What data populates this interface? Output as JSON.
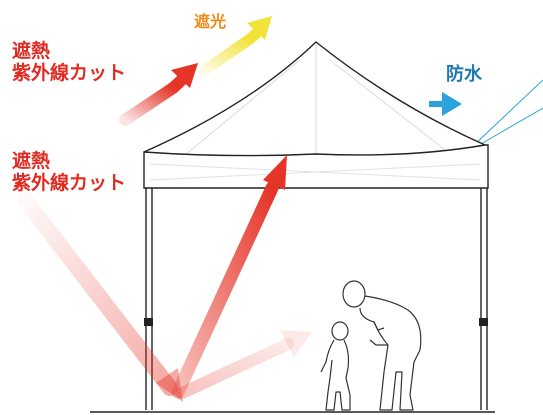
{
  "labels": {
    "upper_heat_uv": "遮熱\n紫外線カット",
    "shading": "遮光",
    "waterproof": "防水",
    "lower_heat_uv": "遮熱\n紫外線カット"
  },
  "colors": {
    "heat_arrow": "#e53428",
    "shading_arrow": "#f2e23a",
    "water_arrow": "#29a3d9",
    "red_text": "#e02b22",
    "orange_text": "#ef8a1d",
    "blue_text": "#1f7ab4",
    "line": "#222222"
  }
}
